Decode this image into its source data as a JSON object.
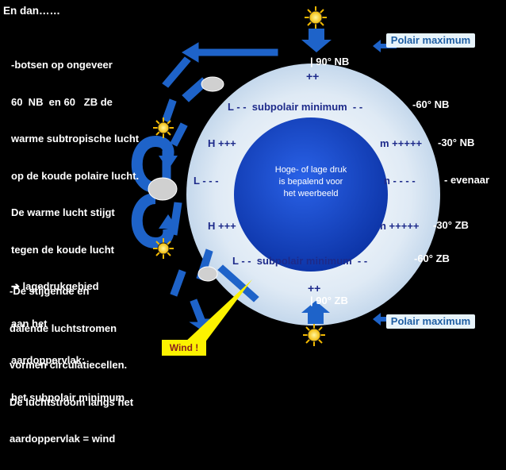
{
  "slide": {
    "title": "En dan……",
    "text_top": [
      "-botsen op ongeveer",
      "60  NB  en 60   ZB de",
      "warme subtropische lucht",
      "op de koude polaire lucht.",
      "De warme lucht stijgt",
      "tegen de koude lucht",
      "➔ lagedrukgebied",
      "aan het",
      "aardoppervlak:",
      "het subpolair minimum"
    ],
    "text_bottom": [
      "-De stijgende en",
      "dalende luchtstromen",
      "vormen circulatiecellen.",
      "De luchtstroom langs het",
      "aardoppervlak = wind"
    ],
    "polar_top": "Polair maximum",
    "polar_bottom": "Polair maximum",
    "lat_90n": "| 90° NB",
    "lat_90z": "| 90° ZB",
    "pluses_top": "++",
    "pluses_bottom": "++",
    "band_60n_label": "L - -  subpolair minimum  - -",
    "band_60n_lat": "-60° NB",
    "band_30n_left": "H +++",
    "band_30n_right": "m +++++",
    "band_30n_lat": "-30° NB",
    "band_eq_left": "L - - -",
    "band_eq_right": "n - - - -",
    "band_eq_lat": "- evenaar",
    "band_30z_left": "H +++",
    "band_30z_right": "n +++++",
    "band_30z_lat": "-30° ZB",
    "band_60z_label": "L - -  subpolair minimum  - -",
    "band_60z_lat": "-60° ZB",
    "center_box": [
      "Hoge- of lage druk",
      "is bepalend voor",
      "het weerbeeld"
    ],
    "callout": "Wind !"
  },
  "colors": {
    "globe": "#dce9f5",
    "inner": "#1a4fd6",
    "arrow": "#1e63c9",
    "callout": "#fcf200",
    "badge_bg": "#e8f4fb"
  }
}
